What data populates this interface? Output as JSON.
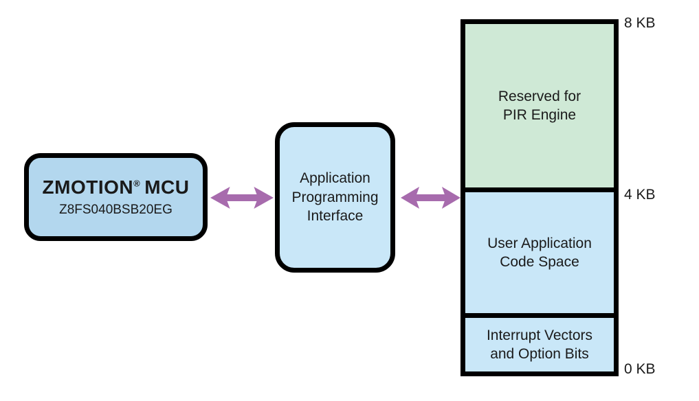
{
  "colors": {
    "arrow": "#A76BAD",
    "border": "#000000",
    "mcu_fill": "#B3D7EE",
    "api_fill": "#C9E7F8",
    "pir_fill": "#CFE9D6",
    "blue_section_fill": "#C9E7F8",
    "background": "#FFFFFF",
    "text": "#1A1A1A"
  },
  "mcu_box": {
    "title": "ZMOTION",
    "title_reg": "®",
    "title_suffix": "MCU",
    "part_number": "Z8FS040BSB20EG"
  },
  "api_box": {
    "lines": [
      "Application",
      "Programming",
      "Interface"
    ]
  },
  "memory_map": {
    "sections": [
      {
        "label_lines": [
          "Reserved for",
          "PIR Engine"
        ],
        "fill": "green",
        "range": "4 KB - 8 KB"
      },
      {
        "label_lines": [
          "User Application",
          "Code Space"
        ],
        "fill": "blue",
        "range": "0 KB - 4 KB"
      },
      {
        "label_lines": [
          "Interrupt Vectors",
          "and Option Bits"
        ],
        "fill": "blue",
        "range": "0 KB"
      }
    ],
    "scale_labels": [
      {
        "text": "8 KB"
      },
      {
        "text": "4 KB"
      },
      {
        "text": "0 KB"
      }
    ]
  }
}
